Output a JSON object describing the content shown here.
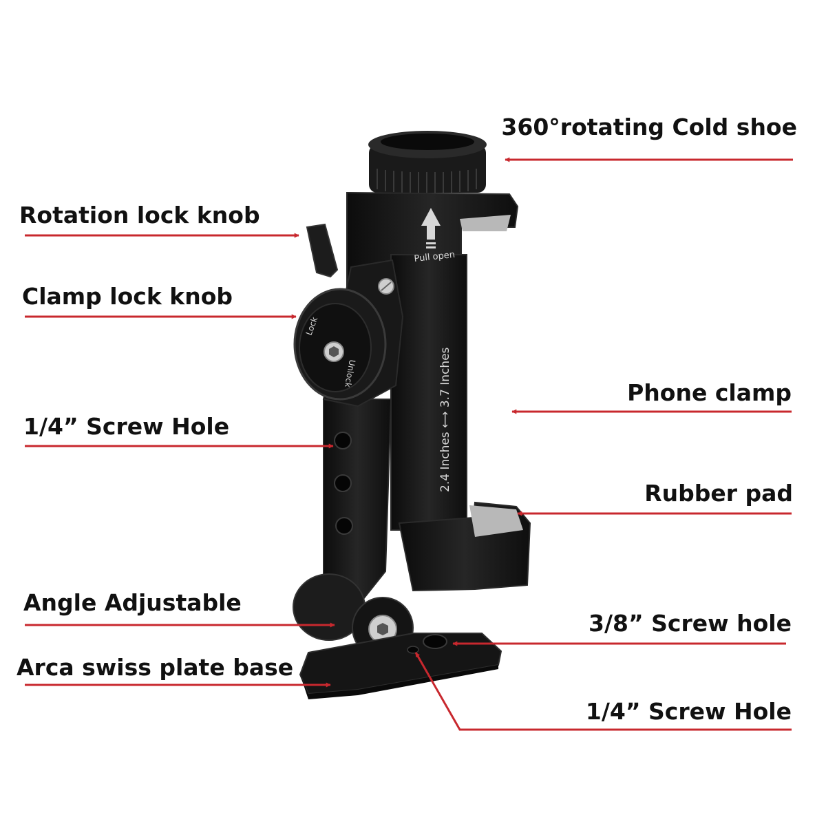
{
  "colors": {
    "arrow": "#c8282e",
    "body": "#141414",
    "body_edge": "#2a2a2a",
    "pad": "#b8b8b8",
    "engraving": "#d8d8d8"
  },
  "labels": {
    "cold_shoe": "360°rotating Cold shoe",
    "rotation_lock": "Rotation lock knob",
    "clamp_lock": "Clamp lock knob",
    "phone_clamp": "Phone clamp",
    "screw_hole_left": "1/4”  Screw Hole",
    "rubber_pad": "Rubber pad",
    "angle": "Angle Adjustable",
    "screw_38": "3/8”  Screw hole",
    "arca": "Arca swiss plate base",
    "screw_hole_bottom": "1/4”  Screw Hole"
  },
  "engraving": {
    "pull_open": "Pull open",
    "range": "2.4 Inches ⟷ 3.7 Inches",
    "lock": "Lock",
    "unlock": "Unlock"
  }
}
